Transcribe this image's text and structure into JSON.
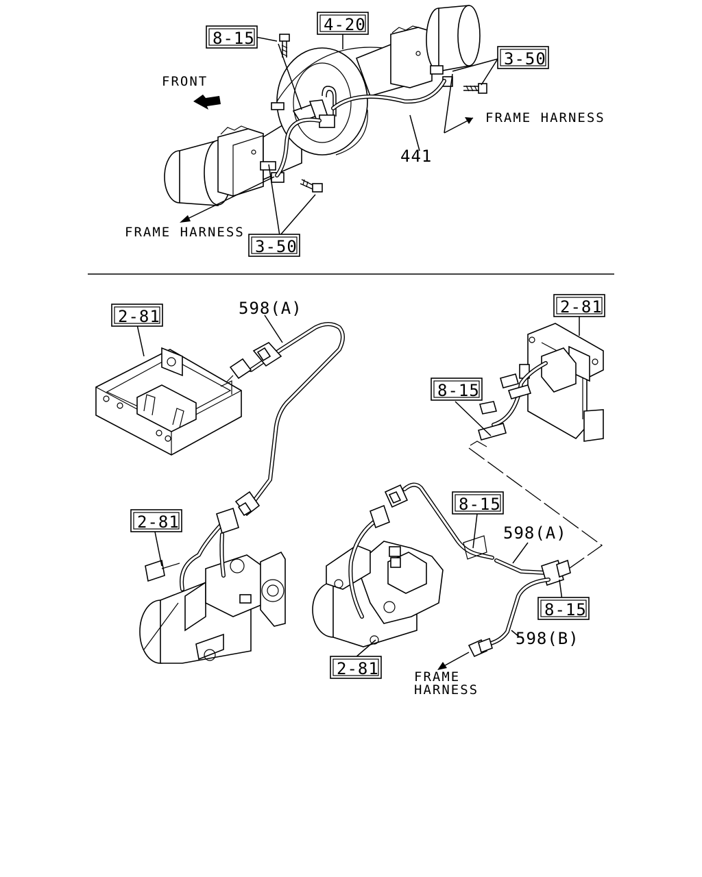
{
  "top": {
    "front_label": "FRONT",
    "frame_harness_right": "FRAME HARNESS",
    "frame_harness_left": "FRAME HARNESS",
    "ref_4_20": "4-20",
    "ref_8_15": "8-15",
    "ref_3_50_top": "3-50",
    "ref_3_50_bottom": "3-50",
    "part_441": "441"
  },
  "bottom": {
    "ref_2_81_top_left": "2-81",
    "ref_2_81_top_right": "2-81",
    "ref_2_81_mid_left": "2-81",
    "ref_2_81_bottom": "2-81",
    "ref_8_15_upper": "8-15",
    "ref_8_15_mid": "8-15",
    "ref_8_15_lower": "8-15",
    "part_598a_top": "598(A)",
    "part_598a_mid": "598(A)",
    "part_598b": "598(B)",
    "frame_harness_line1": "FRAME",
    "frame_harness_line2": "HARNESS"
  }
}
